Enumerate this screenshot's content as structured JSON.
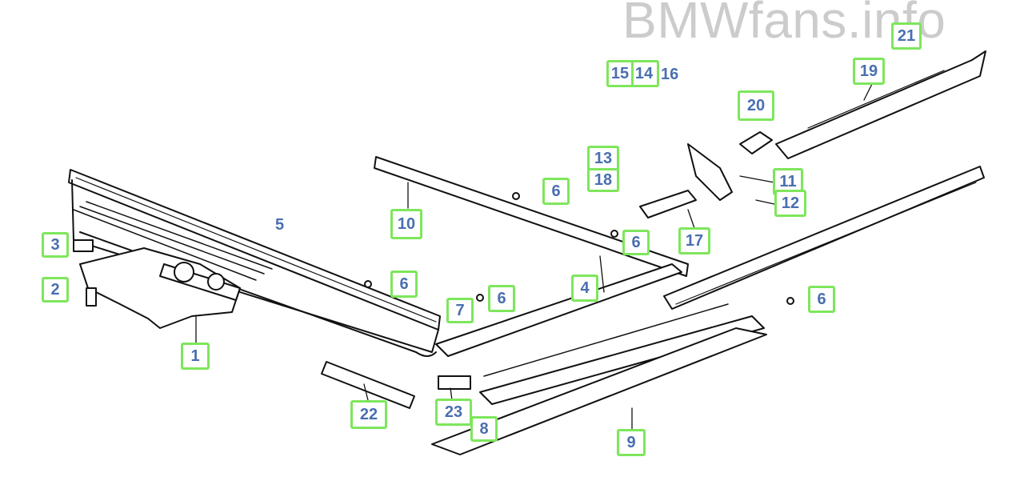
{
  "watermark": "BMWfans.info",
  "callout_color": "#7ee65c",
  "label_color": "#4a6fb0",
  "callouts": [
    {
      "id": "c1",
      "label": "1"
    },
    {
      "id": "c2",
      "label": "2"
    },
    {
      "id": "c3",
      "label": "3"
    },
    {
      "id": "c4",
      "label": "4"
    },
    {
      "id": "c6a",
      "label": "6"
    },
    {
      "id": "c6b",
      "label": "6"
    },
    {
      "id": "c6c",
      "label": "6"
    },
    {
      "id": "c6d",
      "label": "6"
    },
    {
      "id": "c6e",
      "label": "6"
    },
    {
      "id": "c7",
      "label": "7"
    },
    {
      "id": "c8",
      "label": "8"
    },
    {
      "id": "c9",
      "label": "9"
    },
    {
      "id": "c10",
      "label": "10"
    },
    {
      "id": "c11",
      "label": "11"
    },
    {
      "id": "c12",
      "label": "12"
    },
    {
      "id": "c13",
      "label": "13"
    },
    {
      "id": "c14",
      "label": "14"
    },
    {
      "id": "c15",
      "label": "15"
    },
    {
      "id": "c17",
      "label": "17"
    },
    {
      "id": "c18",
      "label": "18"
    },
    {
      "id": "c19",
      "label": "19"
    },
    {
      "id": "c20",
      "label": "20"
    },
    {
      "id": "c21",
      "label": "21"
    },
    {
      "id": "c22",
      "label": "22"
    },
    {
      "id": "c23",
      "label": "23"
    }
  ],
  "plain_labels": {
    "five": "5",
    "sixteen": "16"
  }
}
